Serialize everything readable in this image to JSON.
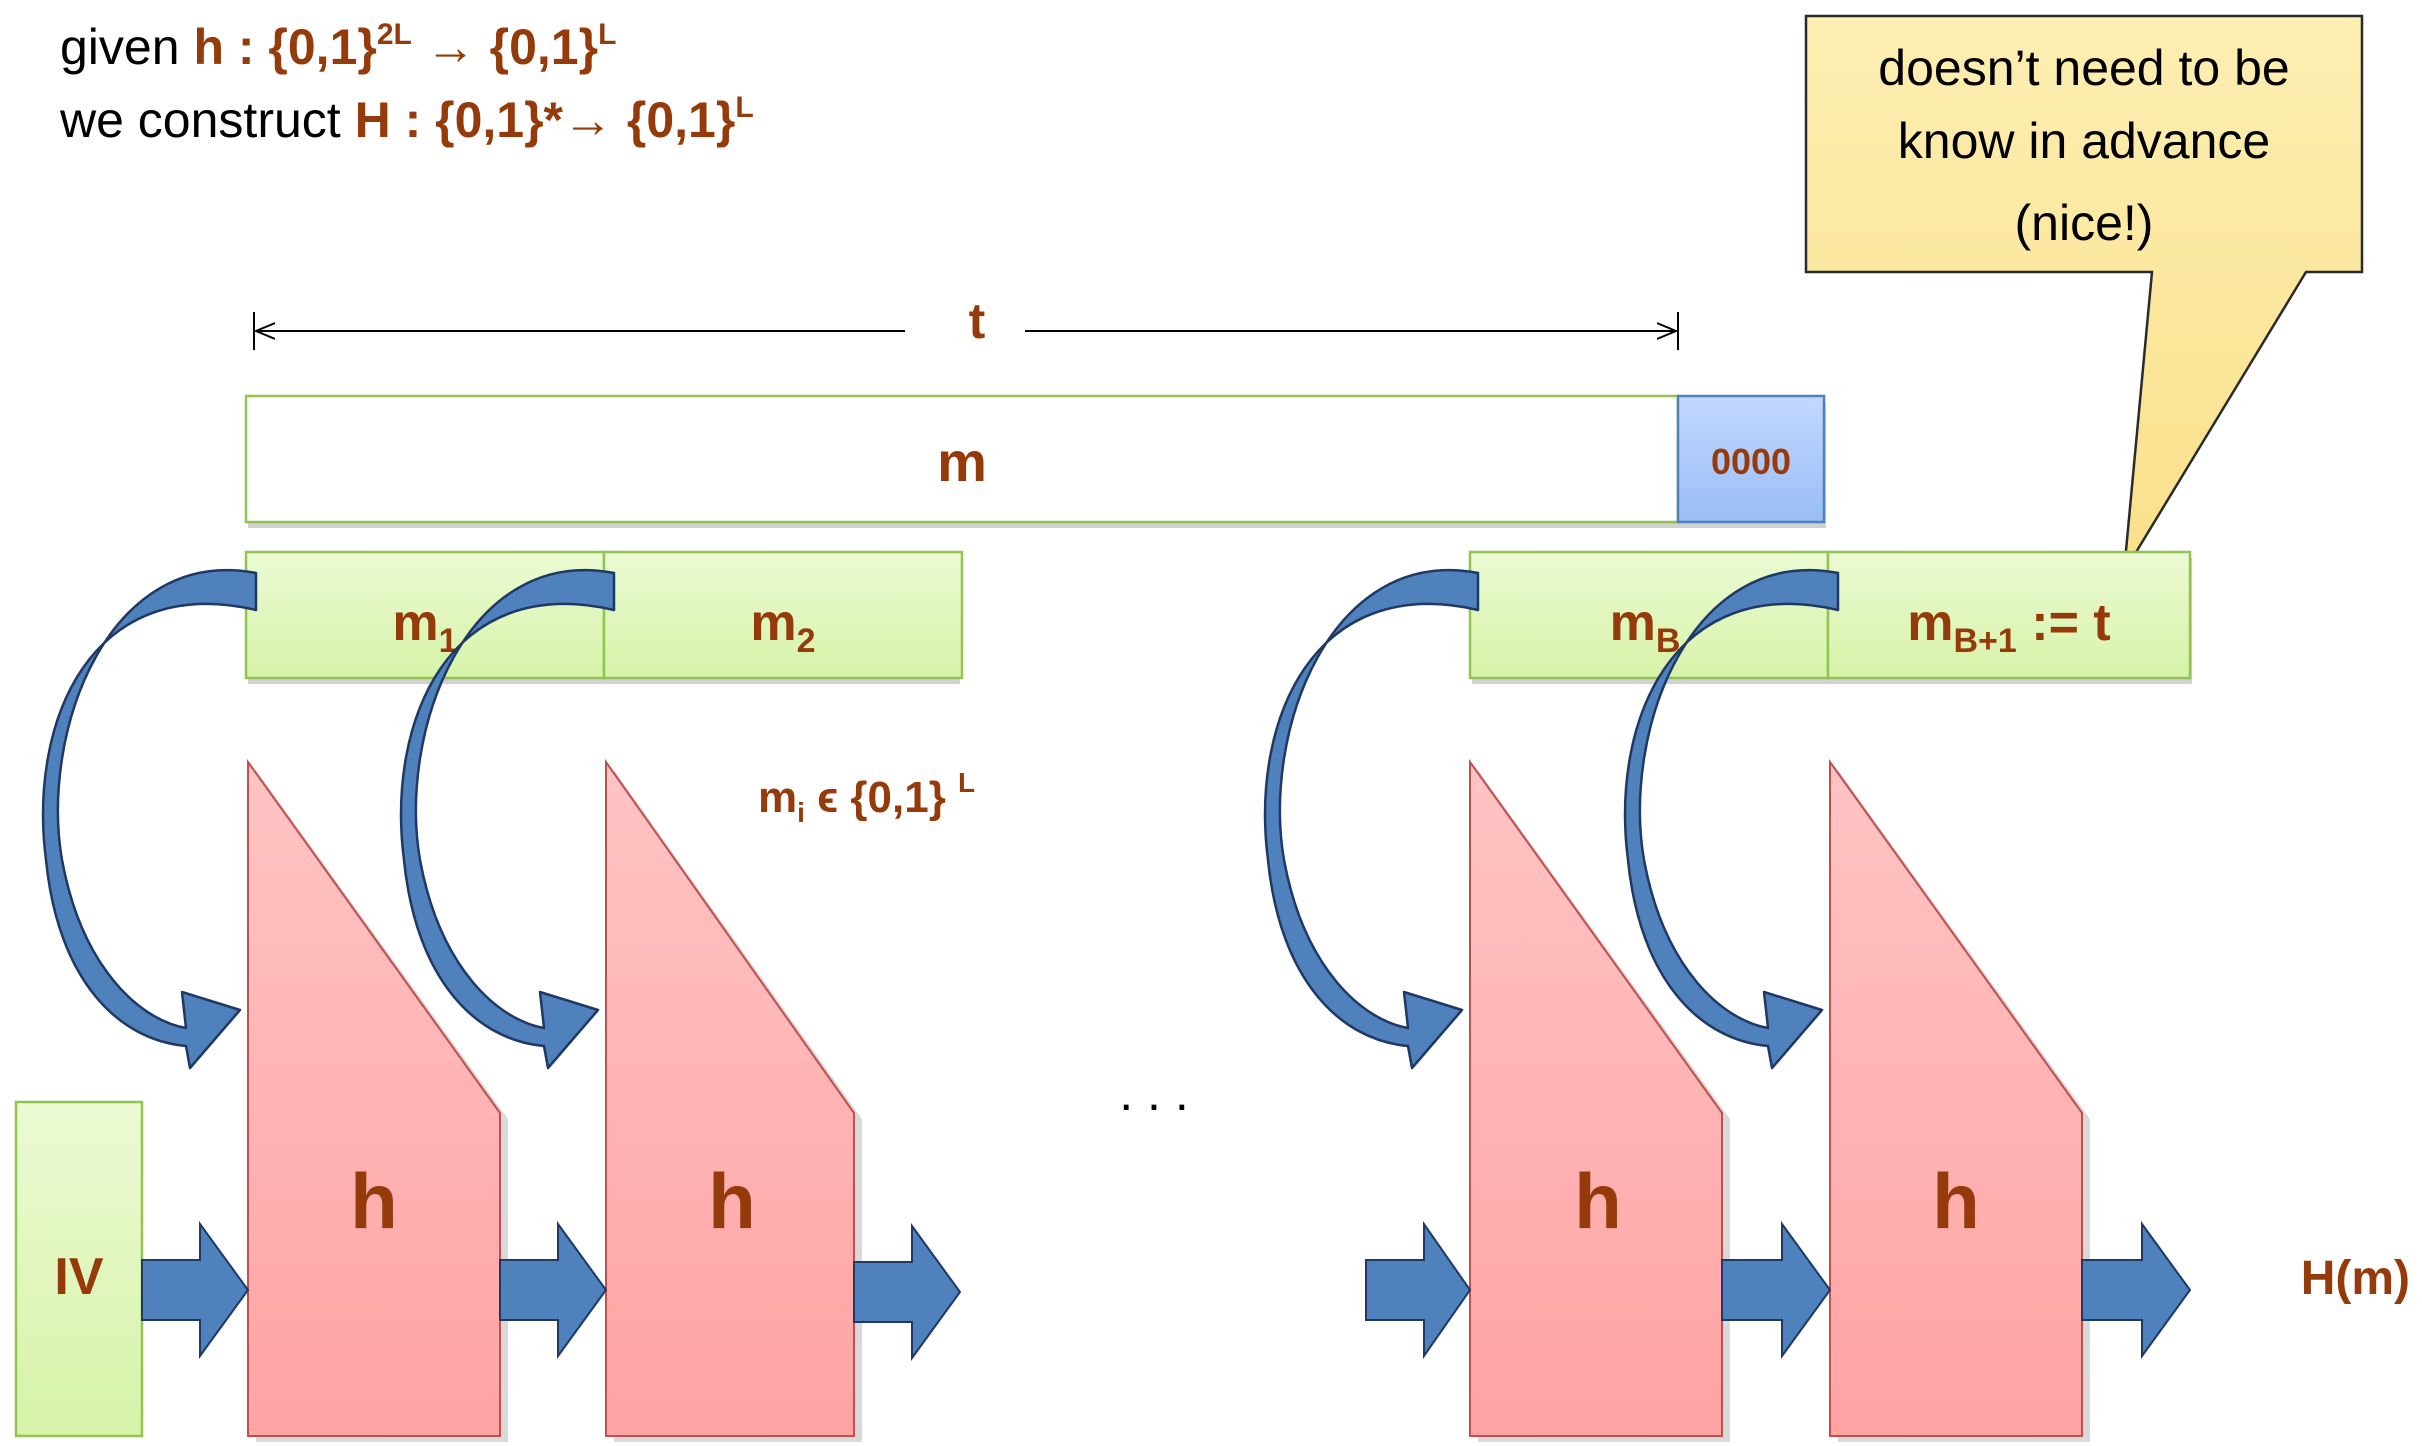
{
  "header": {
    "line1_prefix": "given ",
    "line1_func": "h : {0,1}",
    "line1_exp": "2L",
    "line1_arrow": " → {0,1}",
    "line1_exp2": "L",
    "line2_prefix": "we construct ",
    "line2_func": "H : {0,1}*→ {0,1}",
    "line2_exp": "L"
  },
  "callout": {
    "lines": [
      "doesn’t need to be",
      "know in advance",
      "(nice!)"
    ]
  },
  "length_label": "t",
  "message": {
    "label": "m",
    "padding": "0000"
  },
  "blocks": {
    "m1": {
      "base": "m",
      "sub": "1"
    },
    "m2": {
      "base": "m",
      "sub": "2"
    },
    "mB": {
      "base": "m",
      "sub": "B"
    },
    "mB1": {
      "base": "m",
      "sub": "B+1",
      "suffix": " := t"
    }
  },
  "block_note": {
    "base": "m",
    "sub": "i",
    "rest": " ϵ {0,1} ",
    "sup": "L"
  },
  "compressor_label": "h",
  "iv_label": "IV",
  "ellipsis": ". . .",
  "output_label": "H(m)",
  "colors": {
    "text_accent": "#953a0a",
    "block_fill": "#e2f7bd",
    "block_border": "#92c353",
    "padding_fill": "#a9c8ff",
    "padding_border": "#4f81bd",
    "compressor_fill": "#ffb8b8",
    "compressor_border": "#c0504d",
    "arrow_fill": "#4f81bd",
    "arrow_border": "#1f3864",
    "callout_fill": "#fbe59c"
  }
}
